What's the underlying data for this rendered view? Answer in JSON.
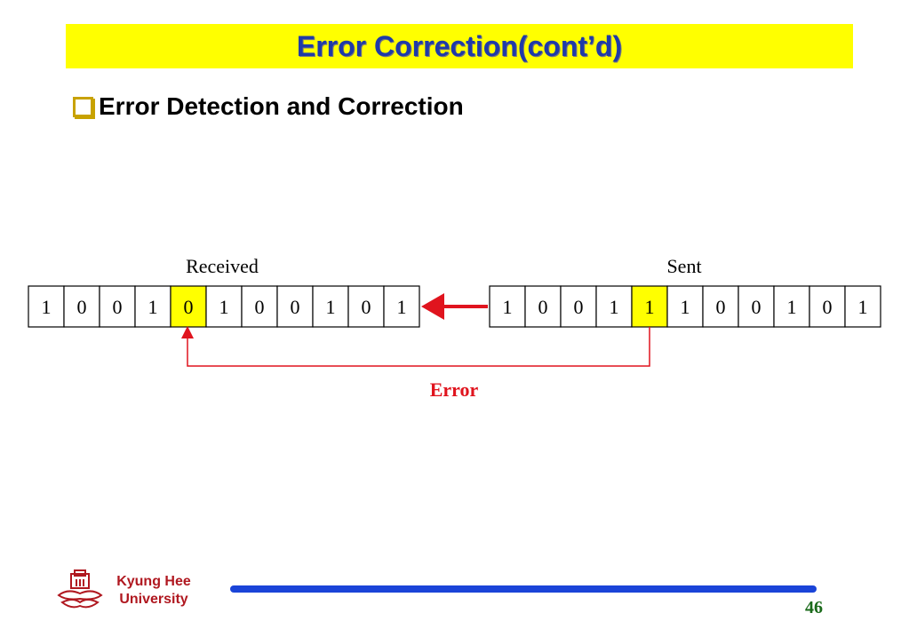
{
  "slide": {
    "title": "Error Correction(cont’d)",
    "bullet": "Error Detection and Correction",
    "page_number": "46"
  },
  "diagram": {
    "received_label": "Received",
    "sent_label": "Sent",
    "error_label": "Error",
    "received_bits": [
      "1",
      "0",
      "0",
      "1",
      "0",
      "1",
      "0",
      "0",
      "1",
      "0",
      "1"
    ],
    "sent_bits": [
      "1",
      "0",
      "0",
      "1",
      "1",
      "1",
      "0",
      "0",
      "1",
      "0",
      "1"
    ],
    "error_bit_index": 4,
    "colors": {
      "highlight": "#ffff00",
      "error": "#e0141e",
      "cell_border": "#000000"
    }
  },
  "footer": {
    "university_line1": "Kyung Hee",
    "university_line2": "University"
  },
  "colors": {
    "title_bg": "#ffff00",
    "title_text": "#1f3aa8",
    "footer_line": "#1a44d8",
    "university_text": "#b01820",
    "page_number": "#1a6a1a"
  }
}
